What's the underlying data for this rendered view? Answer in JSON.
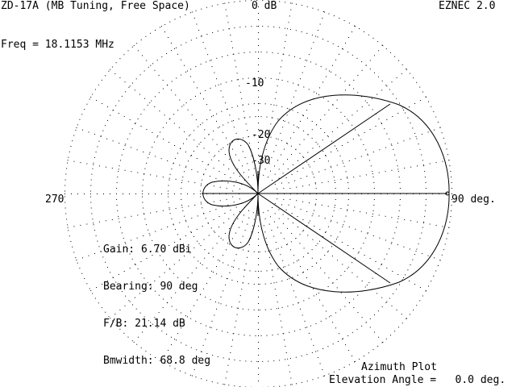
{
  "header": {
    "title": "ZD-17A (MB Tuning, Free Space)",
    "reference_level": "0 dB",
    "program": "EZNEC 2.0"
  },
  "frequency_label": "Freq = 18.1153 MHz",
  "ring_labels": [
    "-10",
    "-20",
    "-30"
  ],
  "azimuth_labels": {
    "left": "270",
    "right": "90 deg."
  },
  "stats": {
    "gain": "Gain: 6.70 dBi",
    "bearing": "Bearing: 90 deg",
    "fb": "F/B: 21.14 dB",
    "bmwidth": "Bmwidth: 68.8 deg"
  },
  "footer": {
    "plot_type": "Azimuth Plot",
    "elevation": "Elevation Angle =   0.0 deg."
  },
  "colors": {
    "background": "#ffffff",
    "foreground": "#000000"
  },
  "chart_data": {
    "type": "polar",
    "scale": "dB",
    "rings_db": [
      0,
      -10,
      -20,
      -30
    ],
    "main_lobe": {
      "bearing_deg": 90,
      "gain_dbi": 6.7,
      "beamwidth_deg": 68.8,
      "front_to_back_db": 21.14
    },
    "pattern_lobes": [
      {
        "name": "main",
        "peak_bearing_deg": 90,
        "relative_db": 0
      },
      {
        "name": "rear",
        "peak_bearing_deg": 270,
        "relative_db": -21.14
      },
      {
        "name": "side-upper",
        "peak_bearing_deg": 315,
        "relative_db": -22
      },
      {
        "name": "side-lower",
        "peak_bearing_deg": 225,
        "relative_db": -22
      }
    ]
  }
}
